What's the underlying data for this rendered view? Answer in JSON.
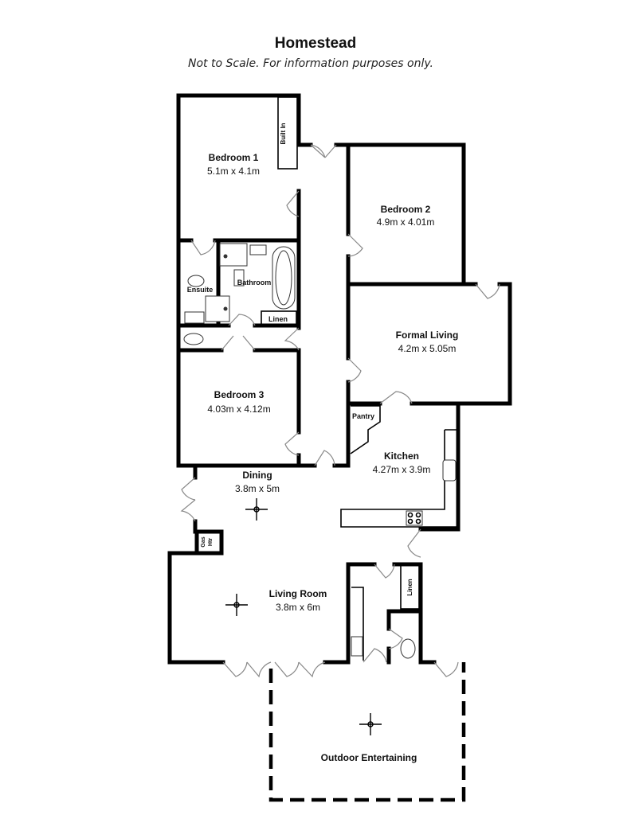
{
  "header": {
    "title": "Homestead",
    "subtitle": "Not to Scale.  For information purposes only."
  },
  "rooms": {
    "bedroom1": {
      "name": "Bedroom 1",
      "size": "5.1m x 4.1m"
    },
    "bedroom2": {
      "name": "Bedroom 2",
      "size": "4.9m x 4.01m"
    },
    "bedroom3": {
      "name": "Bedroom 3",
      "size": "4.03m x 4.12m"
    },
    "formal_living": {
      "name": "Formal Living",
      "size": "4.2m x 5.05m"
    },
    "kitchen": {
      "name": "Kitchen",
      "size": "4.27m x 3.9m"
    },
    "dining": {
      "name": "Dining",
      "size": "3.8m x 5m"
    },
    "living_room": {
      "name": "Living Room",
      "size": "3.8m x 6m"
    },
    "outdoor": {
      "name": "Outdoor Entertaining"
    }
  },
  "labels": {
    "built_in": "Built In",
    "ensuite": "Ensuite",
    "bathroom": "Bathroom",
    "linen1": "Linen",
    "linen2": "Linen",
    "pantry": "Pantry",
    "gas_htr_1": "Gas",
    "gas_htr_2": "Htr"
  }
}
